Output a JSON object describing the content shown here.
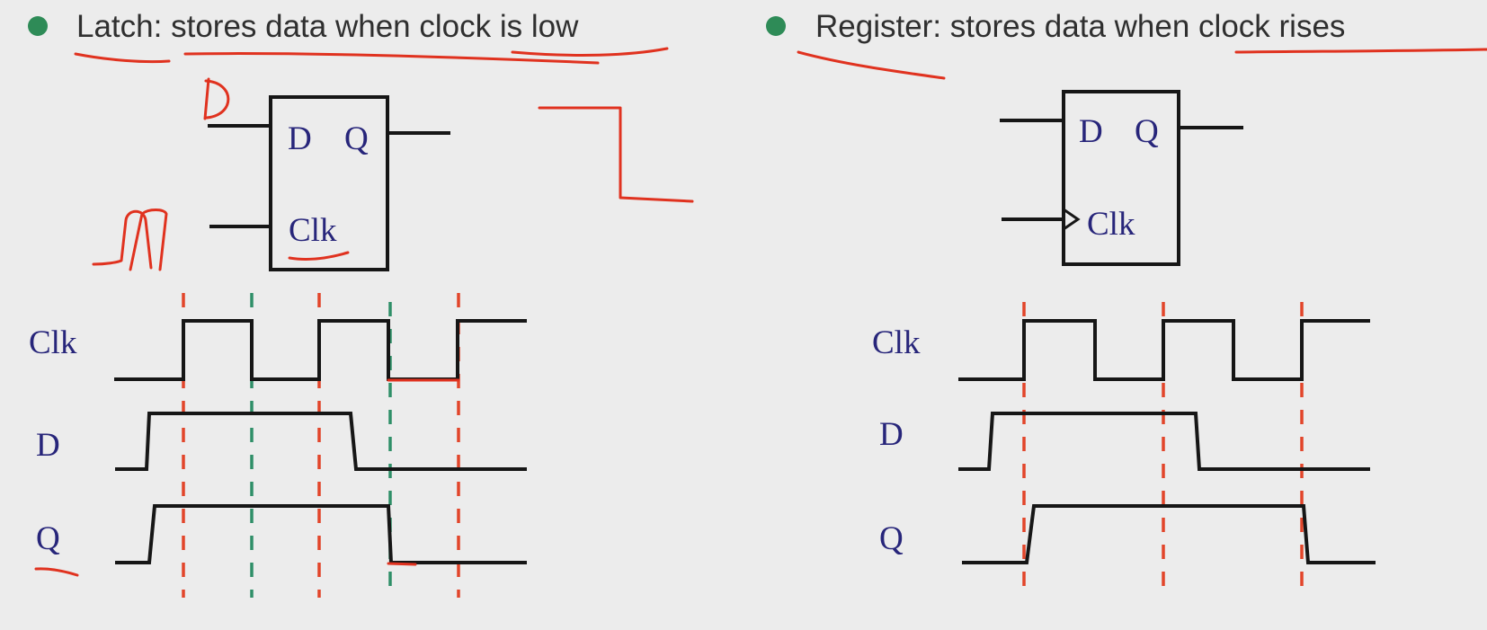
{
  "latch": {
    "heading_term": "Latch",
    "heading_sep": ":",
    "heading_rest": "stores data when clock is low",
    "block": {
      "d": "D",
      "q": "Q",
      "clk": "Clk"
    },
    "signals": {
      "clk": "Clk",
      "d": "D",
      "q": "Q"
    }
  },
  "register": {
    "heading": "Register: stores data when clock rises",
    "block": {
      "d": "D",
      "q": "Q",
      "clk": "Clk"
    },
    "signals": {
      "clk": "Clk",
      "d": "D",
      "q": "Q"
    }
  },
  "annotation": {
    "d_scrawl": "D"
  },
  "colors": {
    "ink": "#161616",
    "label": "#27257a",
    "red_guide": "#e2452a",
    "green_guide": "#2f8f68",
    "annotation": "#e0321f",
    "bullet": "#2e8b57"
  }
}
